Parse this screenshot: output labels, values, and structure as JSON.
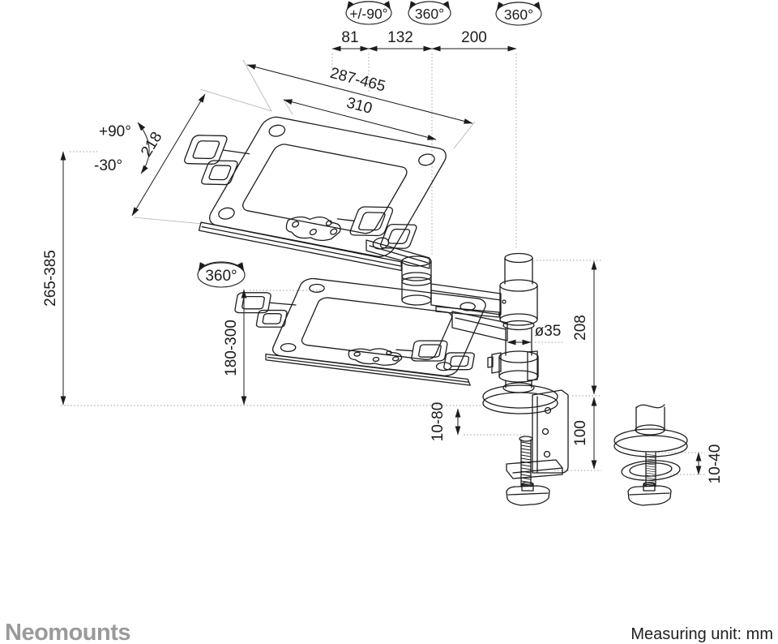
{
  "labels": {
    "arm_tilt": "+/-90°",
    "arm_swivel": "360°",
    "pole_swivel": "360°",
    "tray_swivel": "360°",
    "tilt_up": "+90°",
    "tilt_down": "-30°"
  },
  "dims": {
    "seg_81": "81",
    "seg_132": "132",
    "seg_200": "200",
    "depth_range": "287-465",
    "vesa_width": "310",
    "tray_depth": "218",
    "height_range": "265-385",
    "lower_height_range": "180-300",
    "pole_diameter": "ø35",
    "pole_height": "208",
    "desk_thickness_range": "10-80",
    "clamp_height": "100",
    "grommet_thickness_range": "10-40"
  },
  "footer": {
    "brand": "Neomounts",
    "unit_note": "Measuring unit: mm"
  },
  "colors": {
    "line": "#1c1c1c",
    "dotted": "#999999",
    "logo": "#9a9a9a",
    "background": "#ffffff"
  }
}
